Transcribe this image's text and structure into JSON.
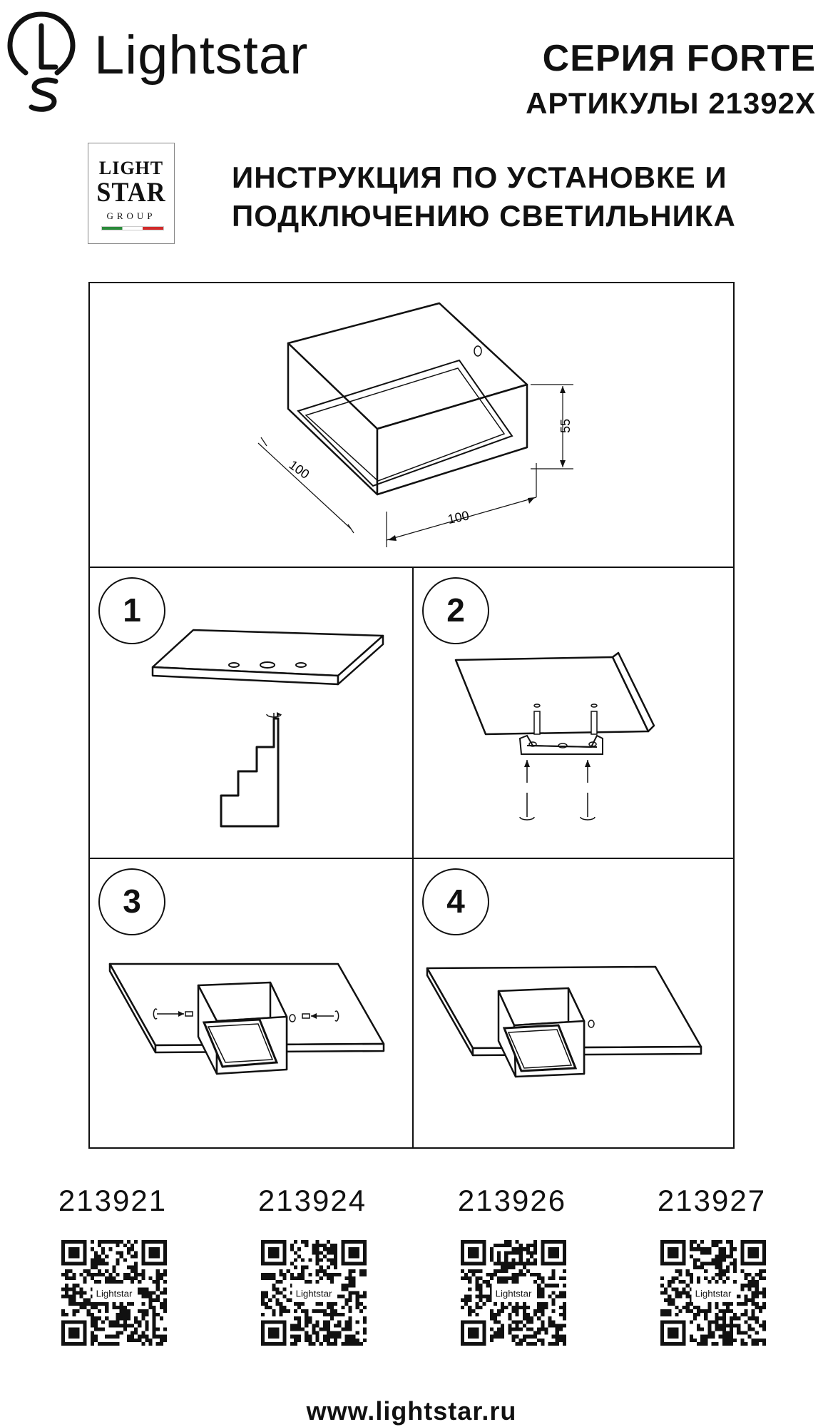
{
  "header": {
    "brand_name": "Lightstar",
    "series": "СЕРИЯ FORTE",
    "articles": "АРТИКУЛЫ 21392X"
  },
  "group_logo": {
    "line1": "LIGHT",
    "line2": "STAR",
    "line3": "GROUP"
  },
  "instruction_title": {
    "line1": "ИНСТРУКЦИЯ ПО УСТАНОВКЕ И",
    "line2": "ПОДКЛЮЧЕНИЮ СВЕТИЛЬНИКА"
  },
  "dimensions": {
    "height": "55",
    "depth": "100",
    "width": "100"
  },
  "steps": [
    "1",
    "2",
    "3",
    "4"
  ],
  "products": [
    {
      "code": "213921",
      "qr_text": "Lightstar"
    },
    {
      "code": "213924",
      "qr_text": "Lightstar"
    },
    {
      "code": "213926",
      "qr_text": "Lightstar"
    },
    {
      "code": "213927",
      "qr_text": "Lightstar"
    }
  ],
  "footer": {
    "website": "www.lightstar.ru"
  }
}
